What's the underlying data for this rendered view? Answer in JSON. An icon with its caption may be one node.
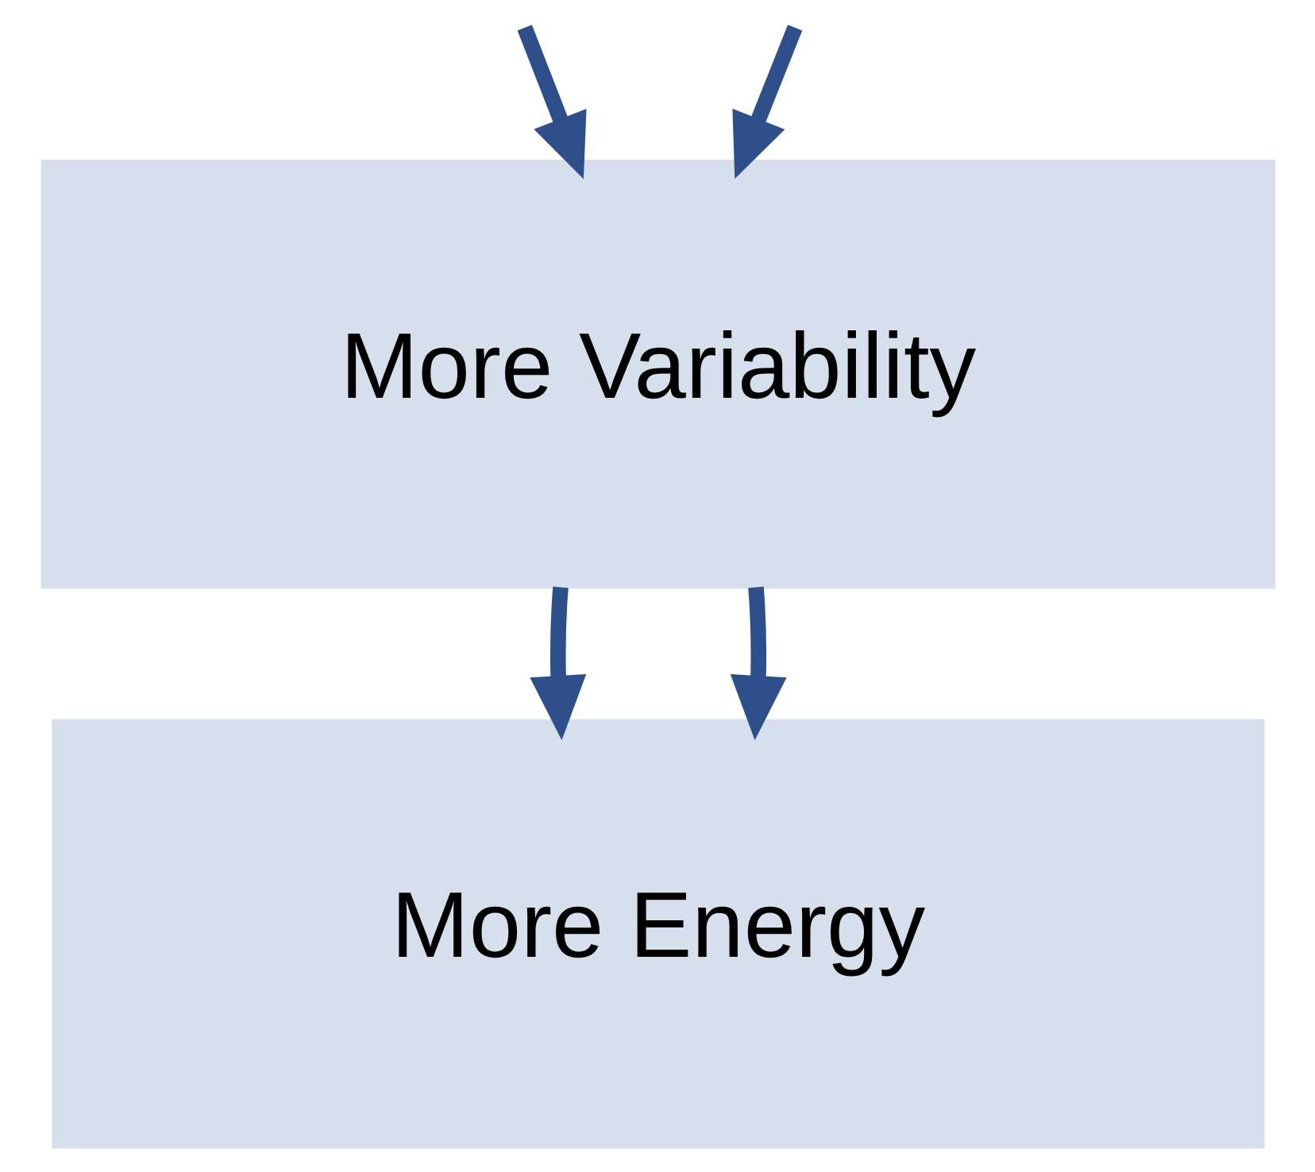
{
  "diagram": {
    "nodes": [
      {
        "text": [
          "More Variability"
        ]
      },
      {
        "text": [
          "More Energy"
        ]
      }
    ],
    "edges": [
      {
        "from": null,
        "to": 0,
        "arrow": "to"
      },
      {
        "from": null,
        "to": 0,
        "arrow": "to"
      },
      {
        "from": 0,
        "to": 1,
        "arrow": "to"
      },
      {
        "from": 0,
        "to": 1,
        "arrow": "to"
      }
    ]
  }
}
